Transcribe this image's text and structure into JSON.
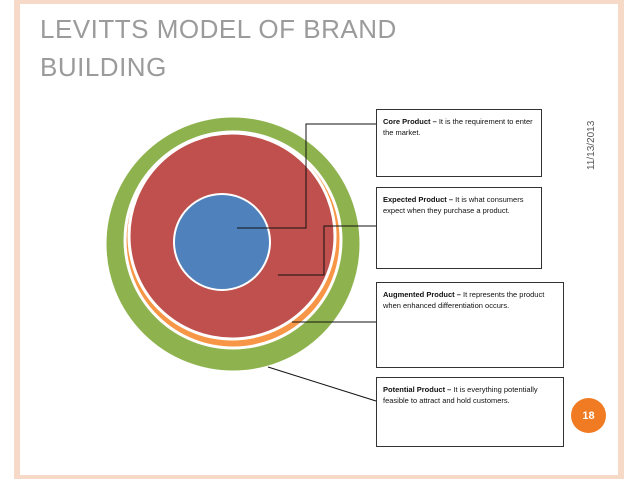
{
  "slide": {
    "title": "Levitts model of brand building",
    "date": "11/13/2013",
    "page_number": "18"
  },
  "boxes": [
    {
      "heading": "Core Product –",
      "text": " It is the requirement to enter the market."
    },
    {
      "heading": "Expected Product –",
      "text": " It is what consumers expect when they purchase a product."
    },
    {
      "heading": "Augmented Product –",
      "text": " It represents the product when enhanced differentiation occurs."
    },
    {
      "heading": "Potential Product –",
      "text": " It is everything potentially feasible to attract and hold customers."
    }
  ],
  "colors": {
    "potential_ring": "#8eb34e",
    "augmented_ring": "#f79646",
    "expected_ring": "#c0504d",
    "core_circle": "#4f81bd",
    "accent": "#f07b22",
    "border_stripe": "#f7d9c7"
  }
}
